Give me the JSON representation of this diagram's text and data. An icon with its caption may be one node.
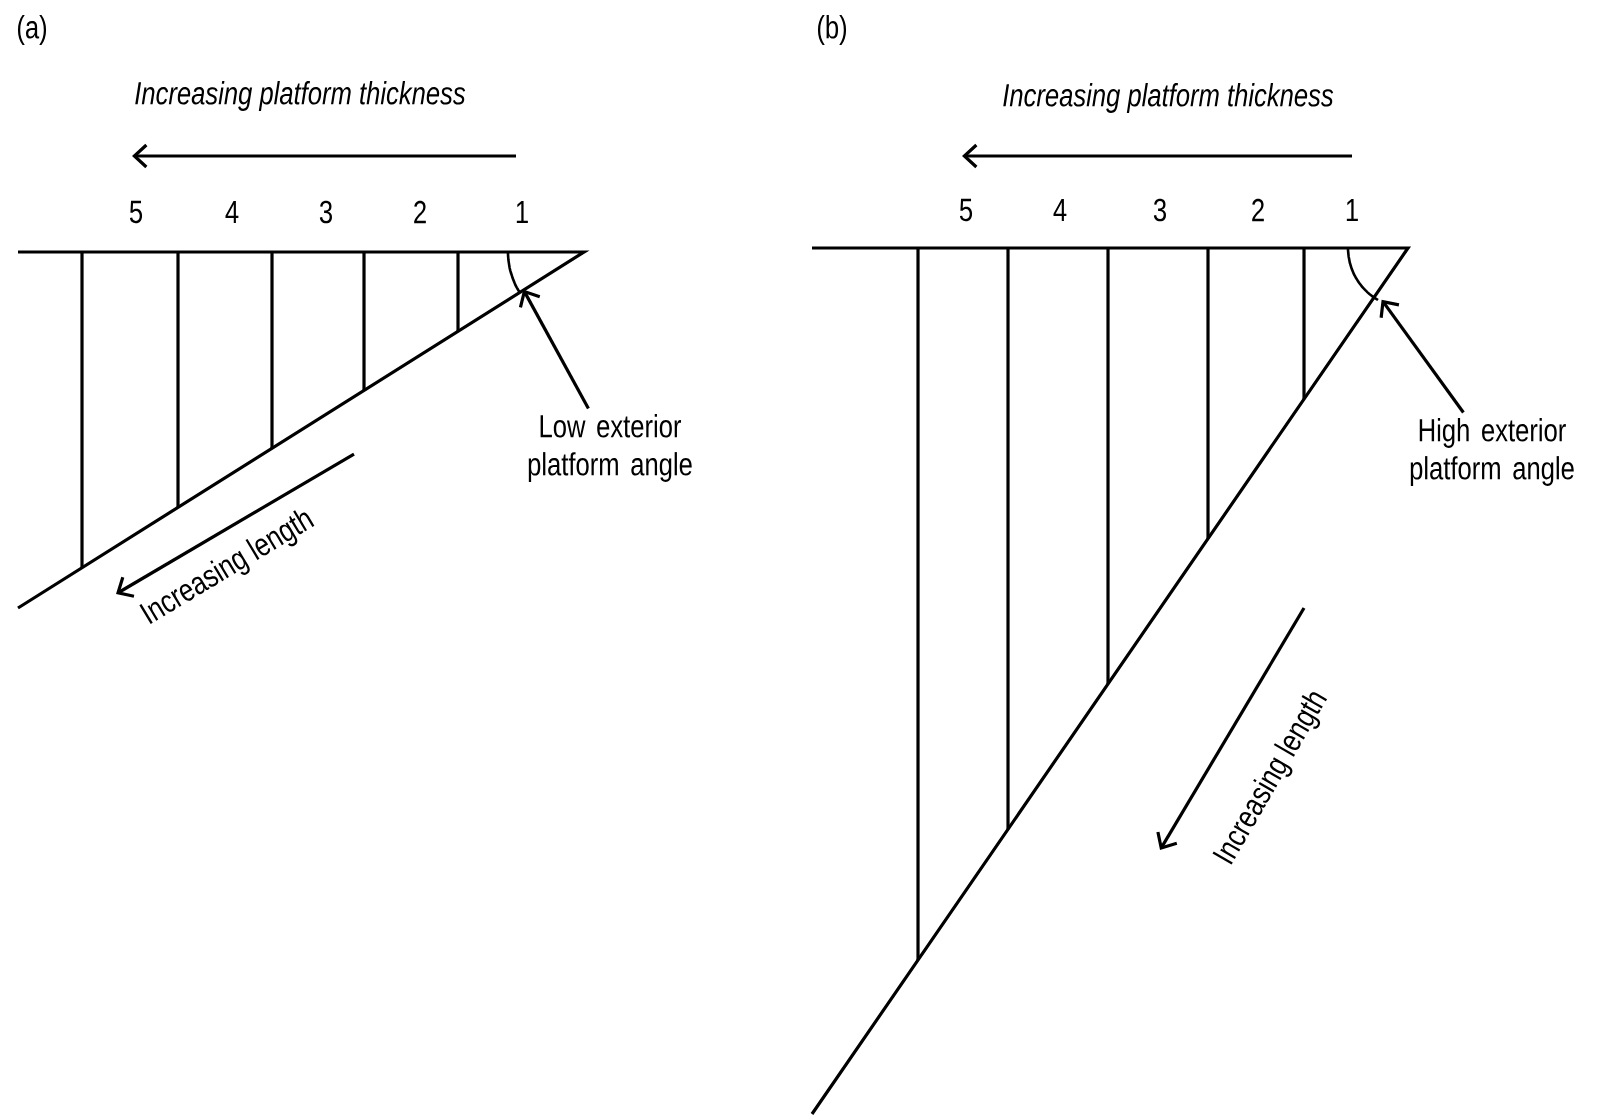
{
  "diagram": {
    "nodes": [
      {
        "text": [
          "Low exterior platform angle"
        ]
      },
      {
        "text": [],
        "shape": "arc"
      },
      {
        "text": [
          "High exterior platform angle"
        ]
      },
      {
        "text": [],
        "shape": "arc"
      }
    ],
    "edges": [
      {
        "from": 0,
        "to": 1,
        "arrow": "to"
      },
      {
        "from": 2,
        "to": 3,
        "arrow": "to"
      }
    ],
    "labels": [
      "(a)",
      "Increasing platform thickness",
      "5",
      "4",
      "3",
      "2",
      "1",
      "Increasing length",
      "(b)",
      "Increasing platform thickness",
      "5",
      "4",
      "3",
      "2",
      "1",
      "Increasing length"
    ]
  }
}
